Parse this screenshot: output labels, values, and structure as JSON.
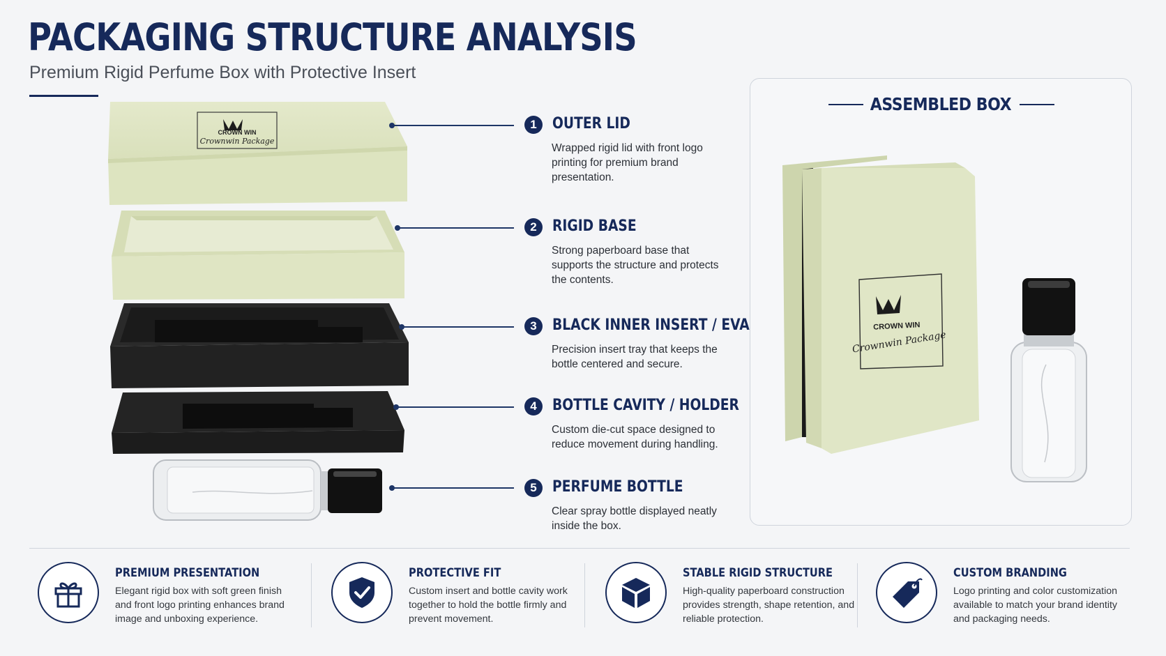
{
  "header": {
    "title": "PACKAGING STRUCTURE ANALYSIS",
    "subtitle": "Premium Rigid Perfume Box with Protective Insert"
  },
  "brand": {
    "logo_text": "CROWN WIN",
    "script_text": "Crownwin Package"
  },
  "callouts": [
    {
      "number": "1",
      "title": "OUTER LID",
      "desc": "Wrapped rigid lid with front logo printing for premium brand presentation."
    },
    {
      "number": "2",
      "title": "RIGID BASE",
      "desc": "Strong paperboard base that supports the structure and protects the contents."
    },
    {
      "number": "3",
      "title": "BLACK INNER INSERT / EVA TRAY",
      "desc": "Precision insert tray that keeps the bottle centered and secure."
    },
    {
      "number": "4",
      "title": "BOTTLE CAVITY / HOLDER",
      "desc": "Custom die-cut space designed to reduce movement during handling."
    },
    {
      "number": "5",
      "title": "PERFUME BOTTLE",
      "desc": "Clear spray bottle displayed neatly inside the box."
    }
  ],
  "assembled": {
    "title": "ASSEMBLED BOX"
  },
  "features": [
    {
      "title": "PREMIUM PRESENTATION",
      "desc": "Elegant rigid box with soft green finish and front logo printing enhances brand image and unboxing experience.",
      "icon": "gift-icon"
    },
    {
      "title": "PROTECTIVE FIT",
      "desc": "Custom insert and bottle cavity work together to hold the bottle firmly and prevent movement.",
      "icon": "shield-check-icon"
    },
    {
      "title": "STABLE RIGID STRUCTURE",
      "desc": "High-quality paperboard construction provides strength, shape retention, and reliable protection.",
      "icon": "cube-icon"
    },
    {
      "title": "CUSTOM BRANDING",
      "desc": "Logo printing and color customization available to match your brand identity and packaging needs.",
      "icon": "tag-icon"
    }
  ],
  "colors": {
    "navy": "#16295a",
    "sage_green": "#dfe6c4",
    "insert_black": "#1f1f1f",
    "background": "#f4f5f7"
  }
}
